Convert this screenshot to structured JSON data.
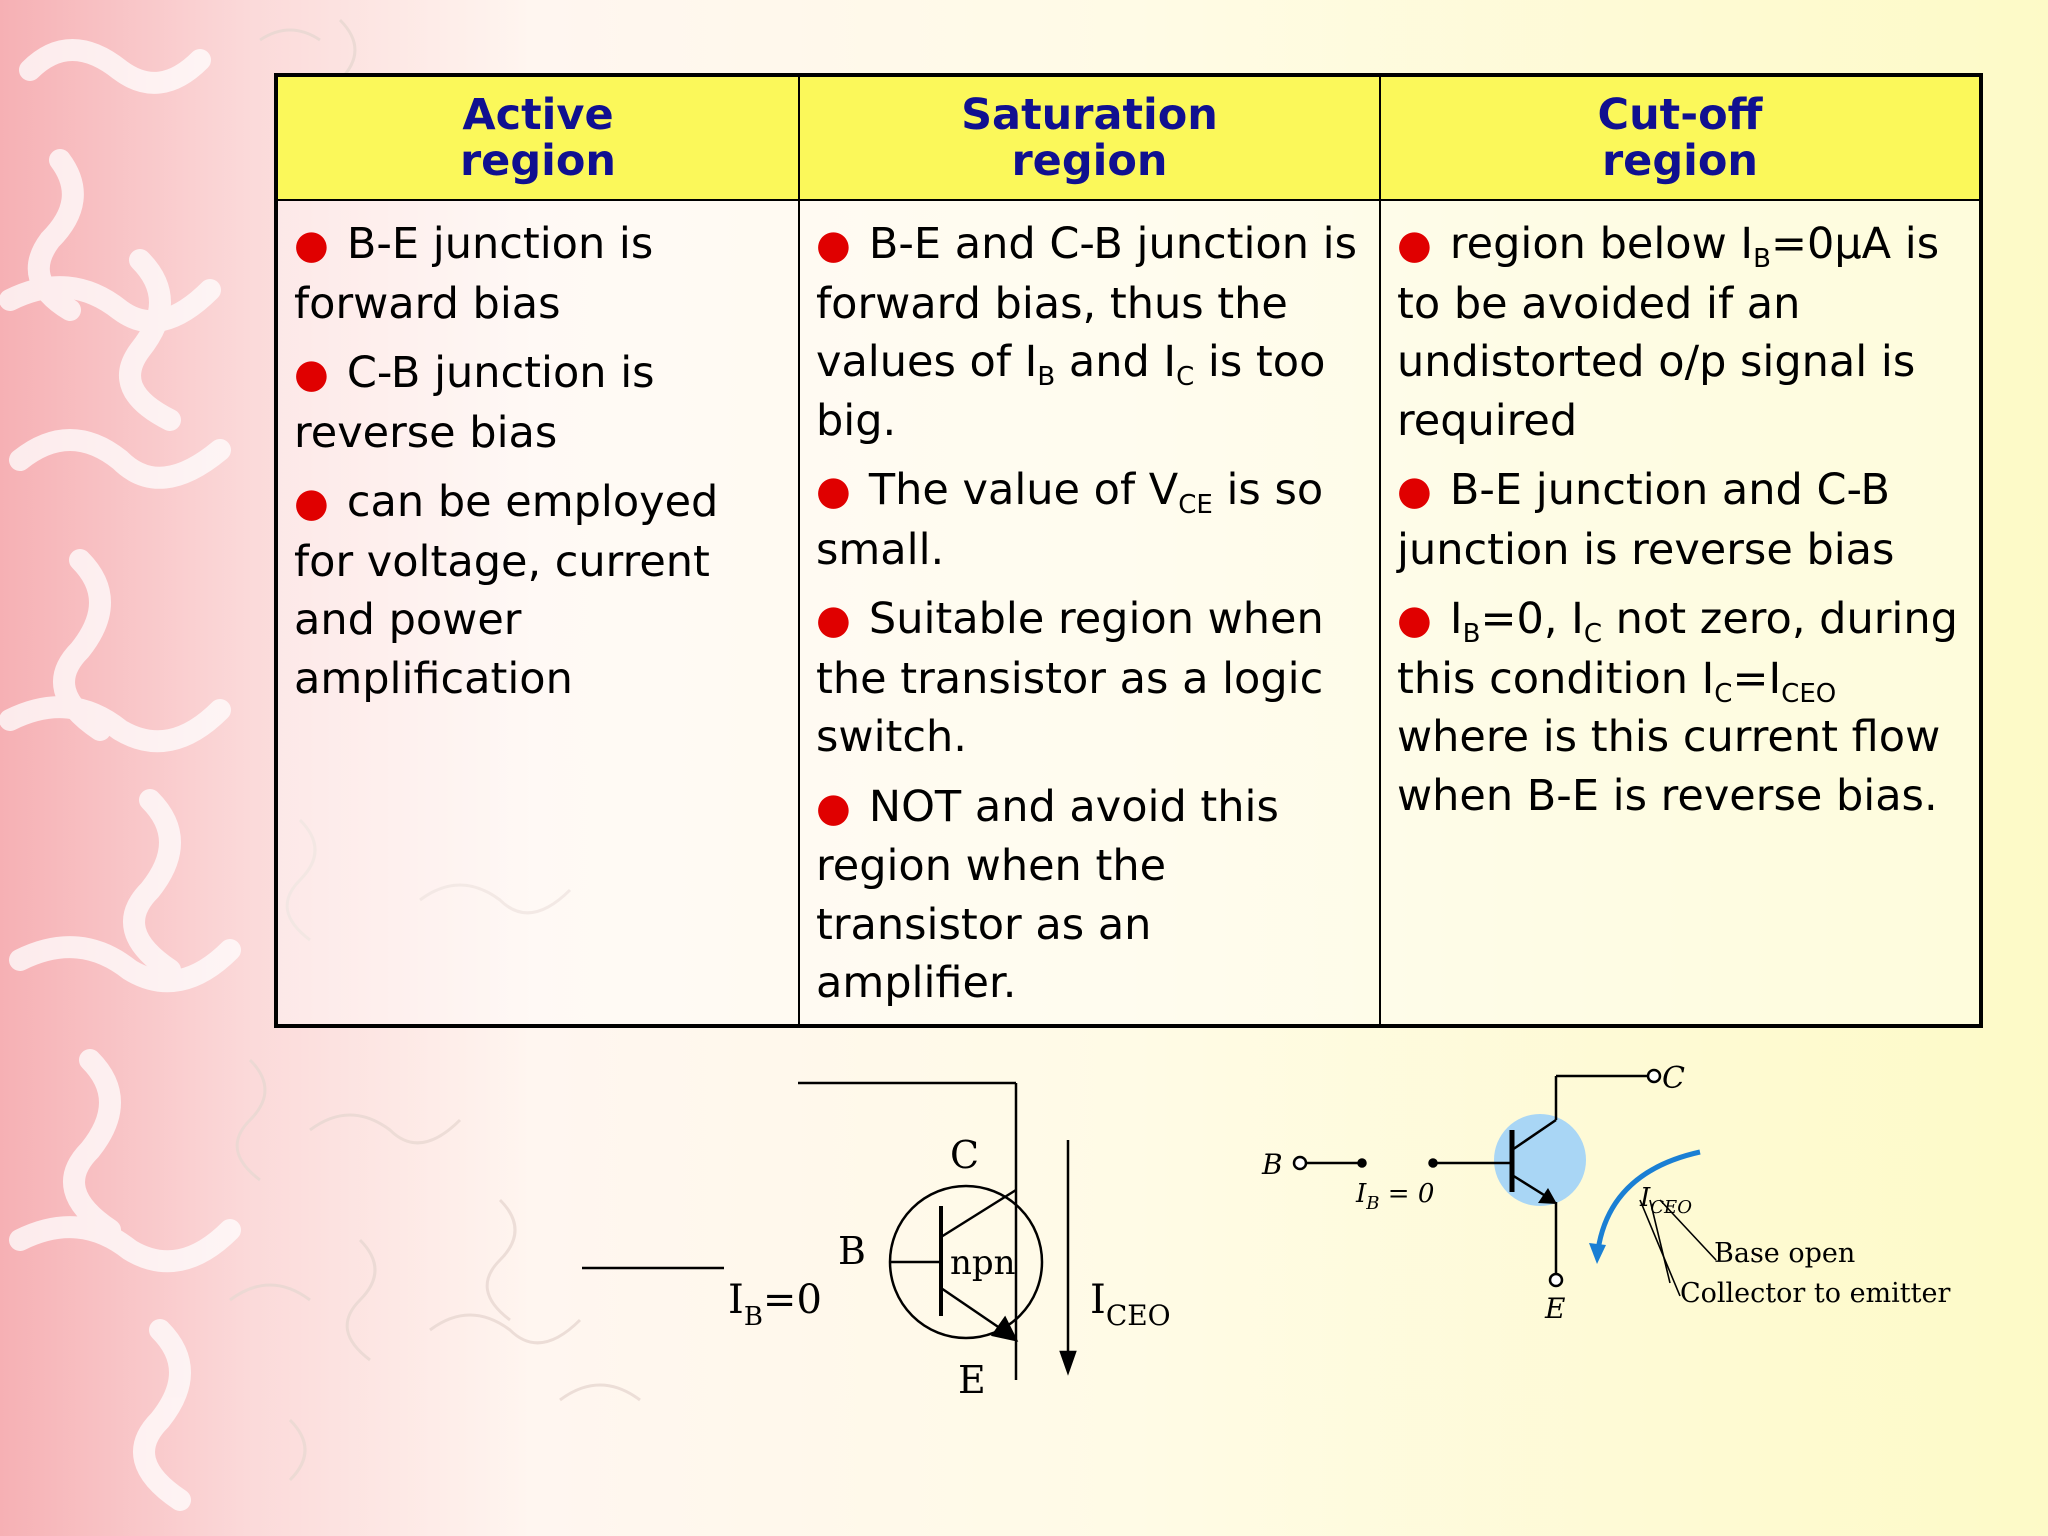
{
  "table": {
    "headers": [
      "Active\nregion",
      "Saturation\nregion",
      "Cut-off\nregion"
    ],
    "active": [
      {
        "text": "B-E junction is forward bias"
      },
      {
        "text": "C-B junction is reverse bias"
      },
      {
        "text": "can be employed for voltage, current and power amplification"
      }
    ],
    "saturation": [
      {
        "a": "B-E and C-B junction is forward bias, thus the values of I",
        "s1": "B",
        "b": " and I",
        "s2": "C",
        "c": " is too big."
      },
      {
        "a": "The value of V",
        "s1": "CE",
        "b": " is so small."
      },
      {
        "text": "Suitable region when the transistor as a logic switch."
      },
      {
        "text": "NOT and avoid this region when the transistor as an amplifier."
      }
    ],
    "cutoff": [
      {
        "a": "region below I",
        "s1": "B",
        "b": "=0µA is to be avoided if an undistorted o/p signal is required"
      },
      {
        "text": "B-E junction and C-B junction is reverse bias"
      },
      {
        "a": "I",
        "s1": "B",
        "b": "=0, I",
        "s2": "C",
        "c": " not zero, during this condition I",
        "s3": "C",
        "d": "=I",
        "s4": "CEO",
        "e": " where is this current flow when B-E is reverse bias."
      }
    ]
  },
  "diagram_left": {
    "c": "C",
    "b": "B",
    "e": "E",
    "npn": "npn",
    "ib_main": "I",
    "ib_sub": "B",
    "ib_rest": "=0",
    "iceo_main": "I",
    "iceo_sub": "CEO"
  },
  "diagram_right": {
    "c": "C",
    "b": "B",
    "e": "E",
    "ib_main": "I",
    "ib_sub": "B",
    "ib_rest": " = 0",
    "iceo_main": "I",
    "iceo_sub": "CEO",
    "note1": "Base open",
    "note2": "Collector to emitter"
  },
  "colors": {
    "header_bg": "#fbf85a",
    "header_text": "#101090",
    "bullet": "#e00000",
    "transistor_fill": "#a9d6f5",
    "arrow": "#1a7fd4"
  }
}
